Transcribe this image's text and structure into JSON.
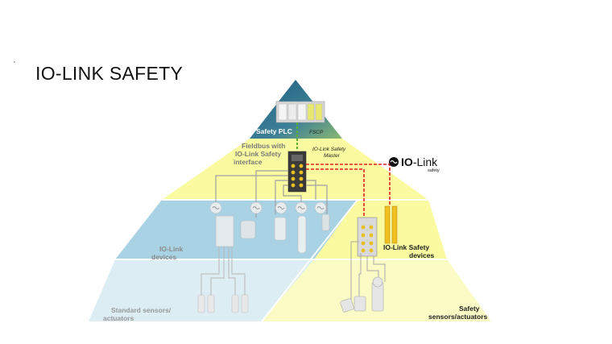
{
  "slide": {
    "title": "IO-LINK SAFETY"
  },
  "diagram": {
    "layers": {
      "safety_plc": "Safety PLC",
      "fieldbus_line1": "Fieldbus with",
      "fieldbus_line2": "IO-Link Safety",
      "fieldbus_line3": "interface",
      "iolink_devices_line1": "IO-Link",
      "iolink_devices_line2": "devices",
      "std_sensors_line1": "Standard sensors/",
      "std_sensors_line2": "actuators",
      "safety_devices_line1": "IO-Link Safety",
      "safety_devices_line2": "devices",
      "safety_sensors_line1": "Safety",
      "safety_sensors_line2": "sensors/actuators"
    },
    "annotations": {
      "fscp": "FSCP",
      "master_line1": "IO-Link Safety",
      "master_line2": "Master"
    },
    "logo": {
      "text_bold": "IO",
      "text_rest": "-Link",
      "sub": "safety"
    },
    "colors": {
      "plc_blue": "#2f6e8c",
      "yellow": "#fafaa0",
      "light_blue": "#a9d3e4",
      "pale_blue": "#dcedf4",
      "pale_yellow": "#fbfbc6",
      "device_yellow": "#f0c020",
      "safety_red": "#e02020",
      "fscp_green": "#5bb030"
    }
  }
}
